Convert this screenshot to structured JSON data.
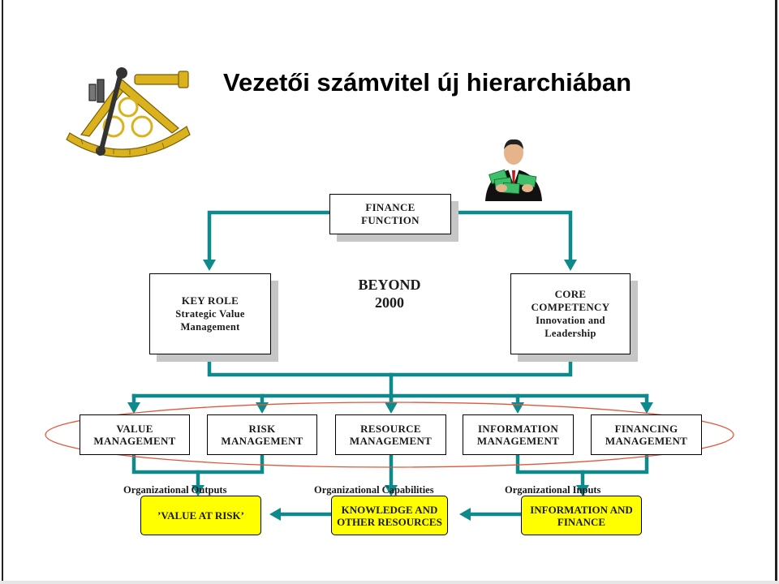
{
  "title": "Vezetői számvitel új hierarchiában",
  "diagram": {
    "finance_function": [
      "FINANCE",
      "FUNCTION"
    ],
    "key_role": {
      "title": "KEY ROLE",
      "lines": [
        "Strategic Value",
        "Management"
      ]
    },
    "center": [
      "BEYOND",
      "2000"
    ],
    "core_competency": {
      "title": [
        "CORE",
        "COMPETENCY"
      ],
      "lines": [
        "Innovation and",
        "Leadership"
      ]
    },
    "managements": [
      [
        "VALUE",
        "MANAGEMENT"
      ],
      [
        "RISK",
        "MANAGEMENT"
      ],
      [
        "RESOURCE",
        "MANAGEMENT"
      ],
      [
        "INFORMATION",
        "MANAGEMENT"
      ],
      [
        "FINANCING",
        "MANAGEMENT"
      ]
    ],
    "org_labels": [
      "Organizational  Outputs",
      "Organizational  Capabilities",
      "Organizational  Inputs"
    ],
    "outputs": [
      [
        "’VALUE AT RISK’"
      ],
      [
        "KNOWLEDGE AND",
        "OTHER RESOURCES"
      ],
      [
        "INFORMATION AND",
        "FINANCE"
      ]
    ]
  },
  "colors": {
    "connector": "#0f8a8c",
    "highlight_ellipse": "#e0573a",
    "yellow_box": "#ffff00",
    "box_shadow": "#c6c6c6",
    "logo": "#d9b21e"
  },
  "icons": [
    "sextant-icon",
    "businessman-with-money-icon"
  ]
}
